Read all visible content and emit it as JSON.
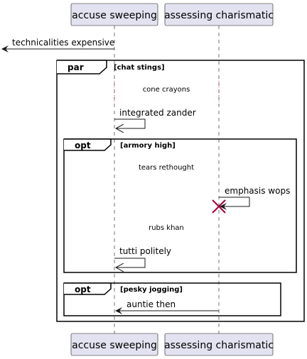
{
  "diagram": {
    "participants": {
      "a": {
        "label": "accuse sweeping"
      },
      "b": {
        "label": "assessing charismatic"
      }
    },
    "messages": {
      "m1": "technicalities expensive",
      "m2": "integrated zander",
      "m3": "emphasis wops",
      "m4": "tutti politely",
      "m5": "auntie then"
    },
    "dividers": {
      "d1": "cone crayons",
      "d2": "tears rethought",
      "d3": "rubs khan"
    },
    "frames": {
      "par": {
        "keyword": "par",
        "condition": "[chat stings]"
      },
      "opt1": {
        "keyword": "opt",
        "condition": "[armory high]"
      },
      "opt2": {
        "keyword": "opt",
        "condition": "[pesky jogging]"
      }
    },
    "colors": {
      "participant_fill": "#E2E2F0",
      "participant_border": "#181818",
      "lifeline": "#181818",
      "destroy": "#A80036"
    }
  }
}
